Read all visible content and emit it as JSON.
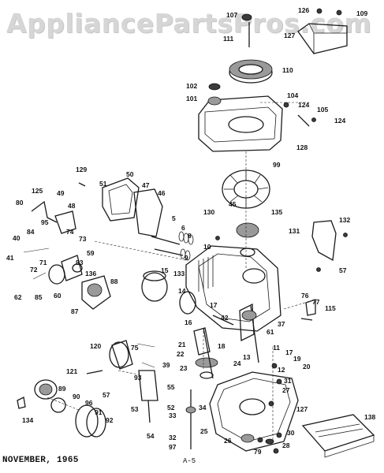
{
  "watermark": "AppliancePartsPros.com",
  "footer": {
    "date": "NOVEMBER, 1965",
    "page": "A-5"
  },
  "callouts": {
    "c107": "107",
    "c126": "126",
    "c109": "109",
    "c111": "111",
    "c127b": "127",
    "c110": "110",
    "c102": "102",
    "c101": "101",
    "c104": "104",
    "c124a": "124",
    "c105": "105",
    "c124b": "124",
    "c128": "128",
    "c99": "99",
    "c129": "129",
    "c50": "50",
    "c51": "51",
    "c47": "47",
    "c46": "46",
    "c125": "125",
    "c49": "49",
    "c48": "48",
    "c80": "80",
    "c95": "95",
    "c84": "84",
    "c74": "74",
    "c73": "73",
    "c40": "40",
    "c41": "41",
    "c72": "72",
    "c71": "71",
    "c62": "62",
    "c85": "85",
    "c60": "60",
    "c83": "83",
    "c59": "59",
    "c136": "136",
    "c88": "88",
    "c87": "87",
    "c130": "130",
    "c45": "45",
    "c135": "135",
    "c132": "132",
    "c131": "131",
    "c57": "57",
    "c5": "5",
    "c6": "6",
    "c8": "8",
    "c9": "9",
    "c10": "10",
    "c133": "133",
    "c15": "15",
    "c14": "14",
    "c17": "17",
    "c42": "42",
    "c61": "61",
    "c37": "37",
    "c76": "76",
    "c77": "77",
    "c115": "115",
    "c11": "11",
    "c16": "16",
    "c18": "18",
    "c21": "21",
    "c22": "22",
    "c23": "23",
    "c24": "24",
    "c13": "13",
    "c12": "12",
    "c19": "19",
    "c20": "20",
    "c17b": "17",
    "c31": "31",
    "c27": "27",
    "c127": "127",
    "c120": "120",
    "c75": "75",
    "c39": "39",
    "c121": "121",
    "c93": "93",
    "c57b": "57",
    "c55": "55",
    "c89": "89",
    "c90": "90",
    "c96": "96",
    "c91": "91",
    "c92": "92",
    "c134": "134",
    "c53": "53",
    "c54": "54",
    "c52": "52",
    "c34": "34",
    "c33": "33",
    "c32": "32",
    "c97": "97",
    "c25": "25",
    "c26": "26",
    "c79": "79",
    "c28": "28",
    "c30": "30",
    "c138": "138"
  }
}
